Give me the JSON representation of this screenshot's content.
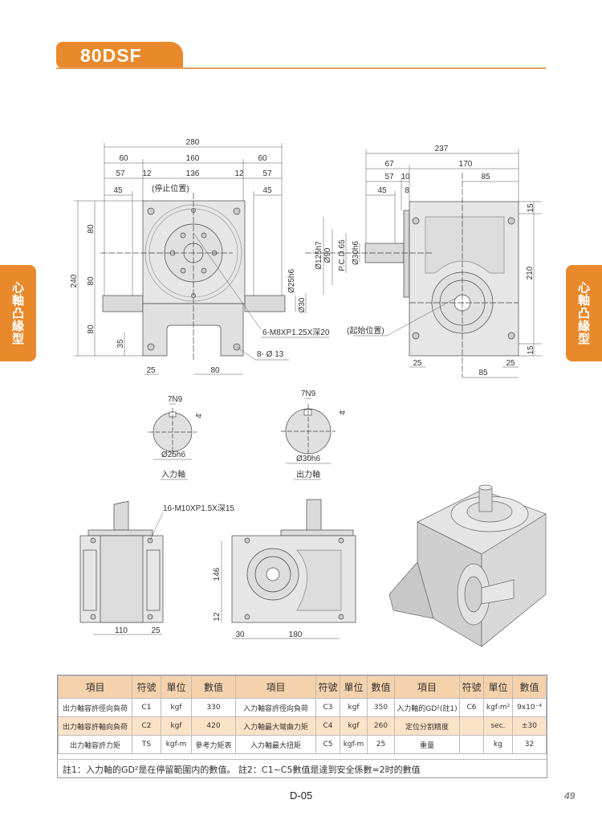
{
  "header": {
    "title": "80DSF"
  },
  "side_tab": {
    "label": "心軸凸緣型"
  },
  "front_view": {
    "dims": [
      "280",
      "60",
      "160",
      "60",
      "57",
      "12",
      "136",
      "12",
      "57",
      "45",
      "45",
      "240",
      "80",
      "80",
      "80",
      "35",
      "25",
      "80"
    ],
    "shaft_dims": [
      "Ø25h6",
      "Ø30"
    ],
    "labels": {
      "stop": "(停止位置)",
      "tap": "6-M8XP1.25X深20",
      "holes": "8- Ø 13"
    }
  },
  "side_view": {
    "dims": [
      "237",
      "67",
      "170",
      "57",
      "10",
      "85",
      "45",
      "8",
      "15",
      "210",
      "15",
      "25",
      "85",
      "25"
    ],
    "diameters": [
      "Ø125h7",
      "Ø90",
      "P.C.D.65",
      "Ø30h6"
    ],
    "labels": {
      "start": "(起始位置)"
    }
  },
  "shaft_sections": {
    "input": {
      "key": "7N9",
      "depth": "4",
      "dia": "Ø25h6",
      "name": "入力軸"
    },
    "output": {
      "key": "7N9",
      "depth": "4",
      "dia": "Ø30h6",
      "name": "出力軸"
    }
  },
  "bottom_views": {
    "tap_label": "16-M10XP1.5X深15",
    "left_dims": [
      "110",
      "25"
    ],
    "right_dims": [
      "146",
      "12",
      "30",
      "180"
    ]
  },
  "spec_table": {
    "headers": [
      "項目",
      "符號",
      "單位",
      "數值",
      "項目",
      "符號",
      "單位",
      "數值",
      "項目",
      "符號",
      "單位",
      "數值"
    ],
    "rows": [
      [
        "出力軸容許徑向負荷",
        "C1",
        "kgf",
        "330",
        "入力軸容許徑向負荷",
        "C3",
        "kgf",
        "350",
        "入力軸的GD²(註1)",
        "C6",
        "kgf-m²",
        "9x10⁻⁴"
      ],
      [
        "出力軸容許軸向負荷",
        "C2",
        "kgf",
        "420",
        "入力軸最大彎曲力矩",
        "C4",
        "kgf",
        "260",
        "定位分割精度",
        "",
        "sec.",
        "±30"
      ],
      [
        "出力軸容許力矩",
        "TS",
        "kgf-m",
        "參考力矩表",
        "入力軸最大扭矩",
        "C5",
        "kgf-m",
        "25",
        "重量",
        "",
        "kg",
        "32"
      ]
    ],
    "note": "註1：入力軸的GD²是在停留範圍内的數值。 註2：C1~C5數值是達到安全係數=2时的數值"
  },
  "footer": {
    "code": "D-05",
    "page": "49"
  },
  "colors": {
    "accent": "#E8892B",
    "table_header": "#F5D2AB",
    "table_alt": "#FCE3C8"
  }
}
